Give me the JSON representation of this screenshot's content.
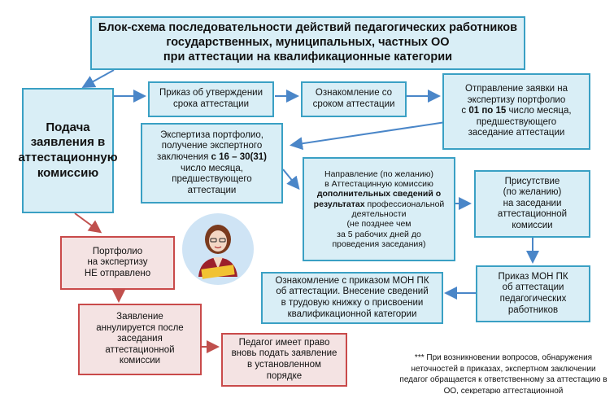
{
  "title": "Блок-схема последовательности действий педагогических работников\nгосударственных, муниципальных, частных ОО\nпри аттестации на квалификационные категории",
  "submit": "Подача\nзаявления в\nаттестационную\nкомиссию",
  "order": "Приказ об утверждении\nсрока аттестации",
  "familiar": "Ознакомление со\nсроком аттестации",
  "send_pre": "Отправление заявки на\nэкспертизу портфолио\nс ",
  "send_bold": "01 по 15",
  "send_post": " число месяца,\nпредшествующего\nзаседаниe  аттестации",
  "expert_pre": "Экспертиза портфолио,\nполучение экспертного\nзаключения ",
  "expert_bold": "с 16 – 30(31)",
  "expert_post": "\nчисло месяца,\nпредшествующего\nаттестации",
  "direction_pre": "Направление (по желанию)\nв Аттестацинную комиссию\n",
  "direction_bold": "дополнительных сведений о\nрезультатах",
  "direction_post": " профессиональной\nдеятельности\n(не позднее чем\nза 5 рабочих дней до\nпроведения заседания)",
  "presence": "Присутствие\n(по желанию)\nна заседании\nаттестационной\nкомиссии",
  "mon_order": "Приказ МОН ПК\nоб аттестации\nпедагогических\nработников",
  "mon_familiar": "Ознакомление с приказом МОН ПК\nоб аттестации. Внесение сведений\nв трудовую книжку о присвоении\nквалификационной категории",
  "portfolio_not_sent": "Портфолио\nна экспертизу\nНЕ отправлено",
  "annulled": "Заявление\nаннулируется после\nзаседания\nаттестационной\nкомиссии",
  "reapply": "Педагог имеет право\nвновь подать заявление\nв установленном\nпорядке",
  "footnote": "*** При возникновении вопросов, обнаружения неточностей в приказах, экспертном заключении педагог обращается к ответственному за аттестацию в ОО, секретарю аттестационной",
  "colors": {
    "blue_border": "#3aa0c4",
    "blue_fill": "#d9eef6",
    "red_border": "#c94a4a",
    "red_fill": "#f4e3e3",
    "blue_arrow": "#4a86c8",
    "red_arrow": "#c0504d"
  }
}
